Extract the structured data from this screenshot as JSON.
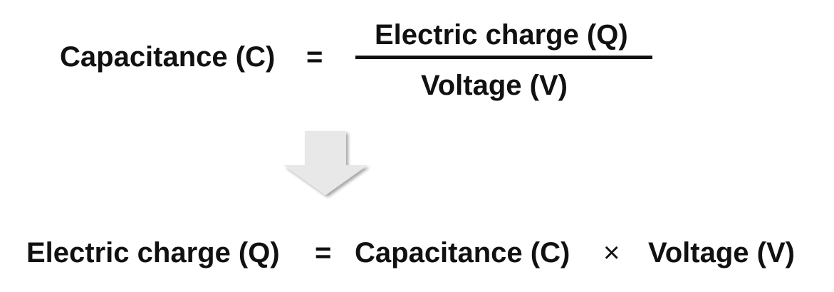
{
  "formula1": {
    "lhs": "Capacitance (C)",
    "equals": "=",
    "numerator": "Electric charge (Q)",
    "denominator": "Voltage (V)"
  },
  "formula2": {
    "lhs": "Electric charge (Q)",
    "equals": "=",
    "term1": "Capacitance (C)",
    "times": "×",
    "term2": "Voltage (V)"
  },
  "colors": {
    "text": "#111111",
    "arrow": "#e8e8e8"
  },
  "icons": {
    "arrow": "down-arrow-icon"
  }
}
